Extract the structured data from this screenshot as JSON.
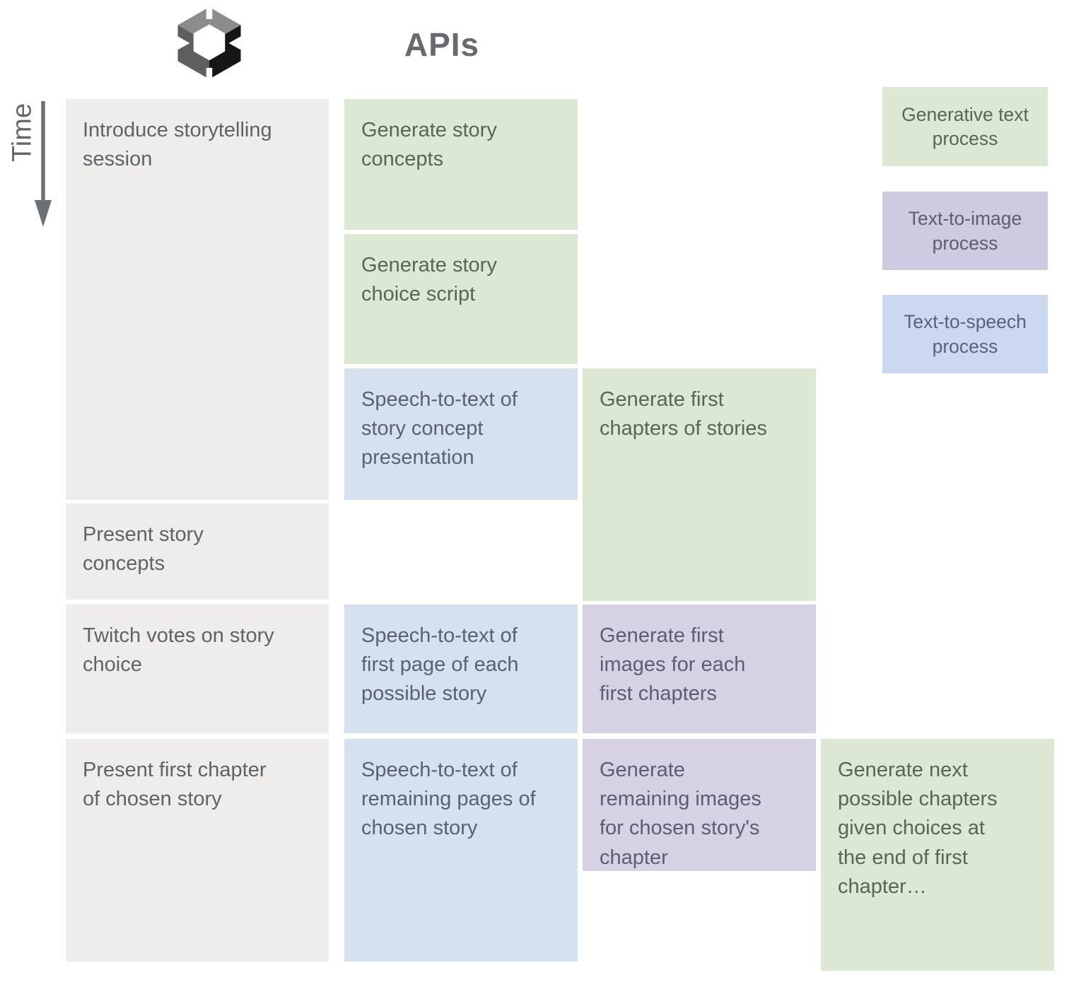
{
  "header": {
    "title": "APIs",
    "logo": "unity-logo"
  },
  "time_axis": {
    "label": "Time"
  },
  "colors": {
    "session": "#EEEDEC",
    "generative_text": "#DCE8D3",
    "text_to_speech": "#D6E1F0",
    "text_to_image": "#D6D2E4",
    "legend_generative_text": "#DCE8D3",
    "legend_text_to_image": "#CFC9E2",
    "legend_text_to_speech": "#CCD8F0",
    "title_text": "#66696E",
    "arrow": "#6B7075"
  },
  "boxes": [
    {
      "id": "introduce-storytelling-session",
      "kind": "session",
      "label": "Introduce storytelling\nsession"
    },
    {
      "id": "generate-story-concepts",
      "kind": "generative-text",
      "label": "Generate story\nconcepts"
    },
    {
      "id": "generate-story-choice-script",
      "kind": "generative-text",
      "label": "Generate story\nchoice script"
    },
    {
      "id": "stt-story-concept-presentation",
      "kind": "speech",
      "label": "Speech-to-text of\nstory concept\npresentation"
    },
    {
      "id": "generate-first-chapters",
      "kind": "generative-text",
      "label": "Generate first\nchapters of stories"
    },
    {
      "id": "present-story-concepts",
      "kind": "session",
      "label": "Present story\nconcepts"
    },
    {
      "id": "twitch-votes-on-story-choice",
      "kind": "session",
      "label": "Twitch votes on story\nchoice"
    },
    {
      "id": "stt-first-page-each-story",
      "kind": "speech",
      "label": "Speech-to-text of\nfirst page of each\npossible story"
    },
    {
      "id": "generate-first-images",
      "kind": "text-to-image",
      "label": "Generate first\nimages for each\nfirst chapters"
    },
    {
      "id": "present-first-chapter",
      "kind": "session",
      "label": "Present first chapter\nof chosen story"
    },
    {
      "id": "stt-remaining-pages",
      "kind": "speech",
      "label": "Speech-to-text of\nremaining pages of\nchosen  story"
    },
    {
      "id": "generate-remaining-images",
      "kind": "text-to-image",
      "label": "Generate\nremaining images\nfor chosen story's\nchapter"
    },
    {
      "id": "generate-next-possible-chapters",
      "kind": "generative-text",
      "label": "Generate next\npossible chapters\ngiven choices at\nthe end of first\nchapter…"
    }
  ],
  "legend": [
    {
      "id": "generative-text-process",
      "label": "Generative text\nprocess"
    },
    {
      "id": "text-to-image-process",
      "label": "Text-to-image\nprocess"
    },
    {
      "id": "text-to-speech-process",
      "label": "Text-to-speech\nprocess"
    }
  ]
}
